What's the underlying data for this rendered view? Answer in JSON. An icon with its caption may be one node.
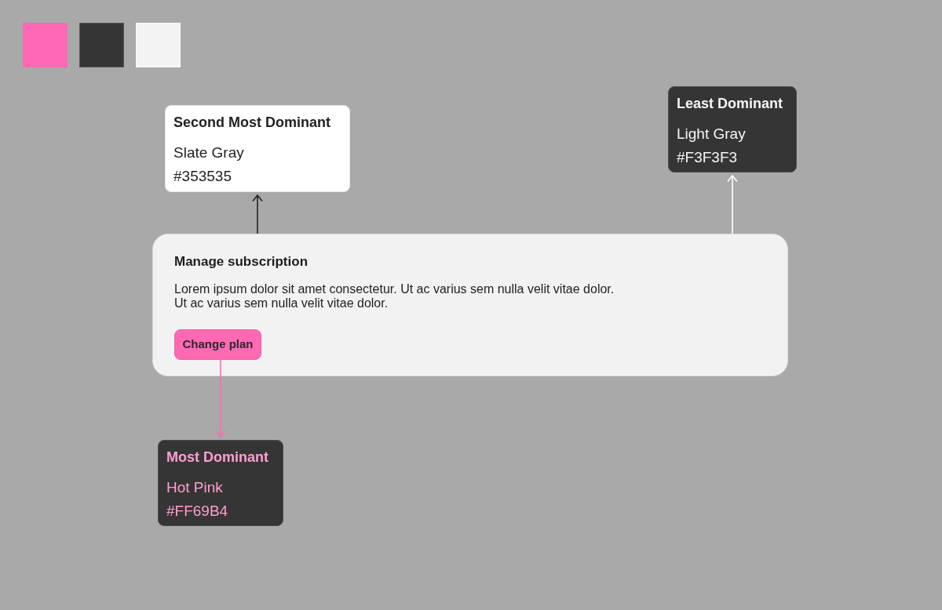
{
  "diagram": {
    "nodes": [
      {
        "text": [
          "Second Most Dominant",
          "Slate Gray",
          "#353535"
        ]
      },
      {
        "text": [
          "Least Dominant",
          "Light Gray",
          "#F3F3F3"
        ]
      },
      {
        "text": [
          "Manage subscription",
          "Lorem ipsum dolor sit amet consectetur. Ut ac varius sem nulla velit vitae dolor. Ut ac varius sem nulla velit vitae dolor."
        ]
      },
      {
        "text": [
          "Change plan"
        ],
        "in": 2
      },
      {
        "text": [
          "Most Dominant",
          "Hot Pink",
          "#FF69B4"
        ]
      }
    ],
    "edges": [
      {
        "from": 2,
        "to": 0,
        "arrow": "to",
        "color": "#222222"
      },
      {
        "from": 2,
        "to": 1,
        "arrow": "to",
        "color": "#ffffff"
      },
      {
        "from": 3,
        "to": 4,
        "arrow": "to",
        "color": "#ff69b4"
      }
    ]
  }
}
